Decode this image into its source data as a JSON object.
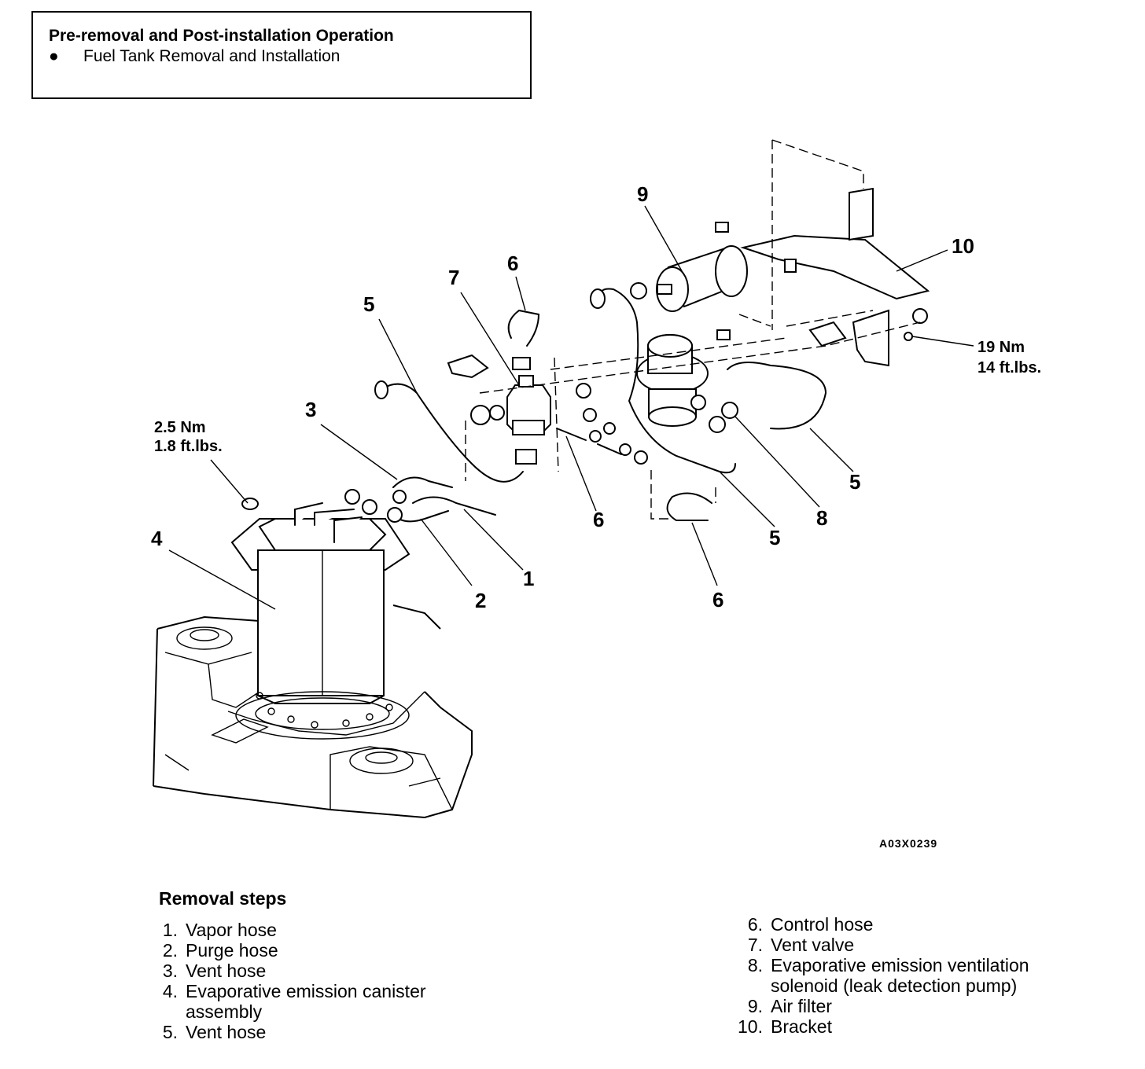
{
  "note": {
    "title": "Pre-removal and Post-installation Operation",
    "bullet": "●",
    "item": "Fuel Tank Removal and Installation"
  },
  "torque": {
    "left_nm": "2.5 Nm",
    "left_ftlbs": "1.8 ft.lbs.",
    "right_nm": "19 Nm",
    "right_ftlbs": "14 ft.lbs."
  },
  "figure_code": "A03X0239",
  "callouts": {
    "n1": "1",
    "n2": "2",
    "n3": "3",
    "n4": "4",
    "n5a": "5",
    "n5b": "5",
    "n5c": "5",
    "n6a": "6",
    "n6b": "6",
    "n6c": "6",
    "n7": "7",
    "n8": "8",
    "n9": "9",
    "n10": "10"
  },
  "removal": {
    "title": "Removal steps",
    "left": [
      {
        "num": "1.",
        "text": "Vapor hose"
      },
      {
        "num": "2.",
        "text": "Purge hose"
      },
      {
        "num": "3.",
        "text": "Vent hose"
      },
      {
        "num": "4.",
        "text": "Evaporative emission canister"
      },
      {
        "num": "",
        "text": "assembly"
      },
      {
        "num": "5.",
        "text": "Vent hose"
      }
    ],
    "right": [
      {
        "num": "6.",
        "text": "Control hose"
      },
      {
        "num": "7.",
        "text": "Vent valve"
      },
      {
        "num": "8.",
        "text": "Evaporative emission ventilation"
      },
      {
        "num": "",
        "text": "solenoid (leak detection pump)"
      },
      {
        "num": "9.",
        "text": "Air filter"
      },
      {
        "num": "10.",
        "text": "Bracket"
      }
    ]
  }
}
